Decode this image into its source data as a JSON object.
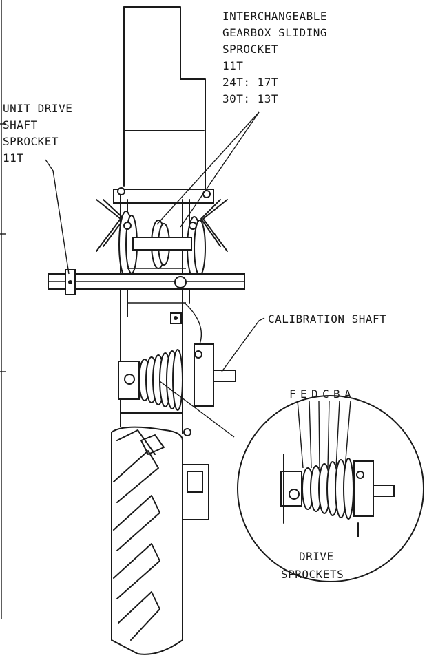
{
  "labels": {
    "gearbox": [
      "INTERCHANGEABLE",
      "GEARBOX SLIDING",
      "SPROCKET",
      "11T",
      "24T: 17T",
      "30T: 13T"
    ],
    "unit_drive": [
      "UNIT DRIVE",
      "SHAFT",
      "SPROCKET",
      "11T"
    ],
    "calibration": "CALIBRATION SHAFT",
    "sprocket_letters": [
      "F",
      "E",
      "D",
      "C",
      "B",
      "A"
    ],
    "drive_sprockets": [
      "DRIVE",
      "SPROCKETS"
    ]
  },
  "colors": {
    "ink": "#1a1a1a",
    "paper": "#ffffff"
  }
}
